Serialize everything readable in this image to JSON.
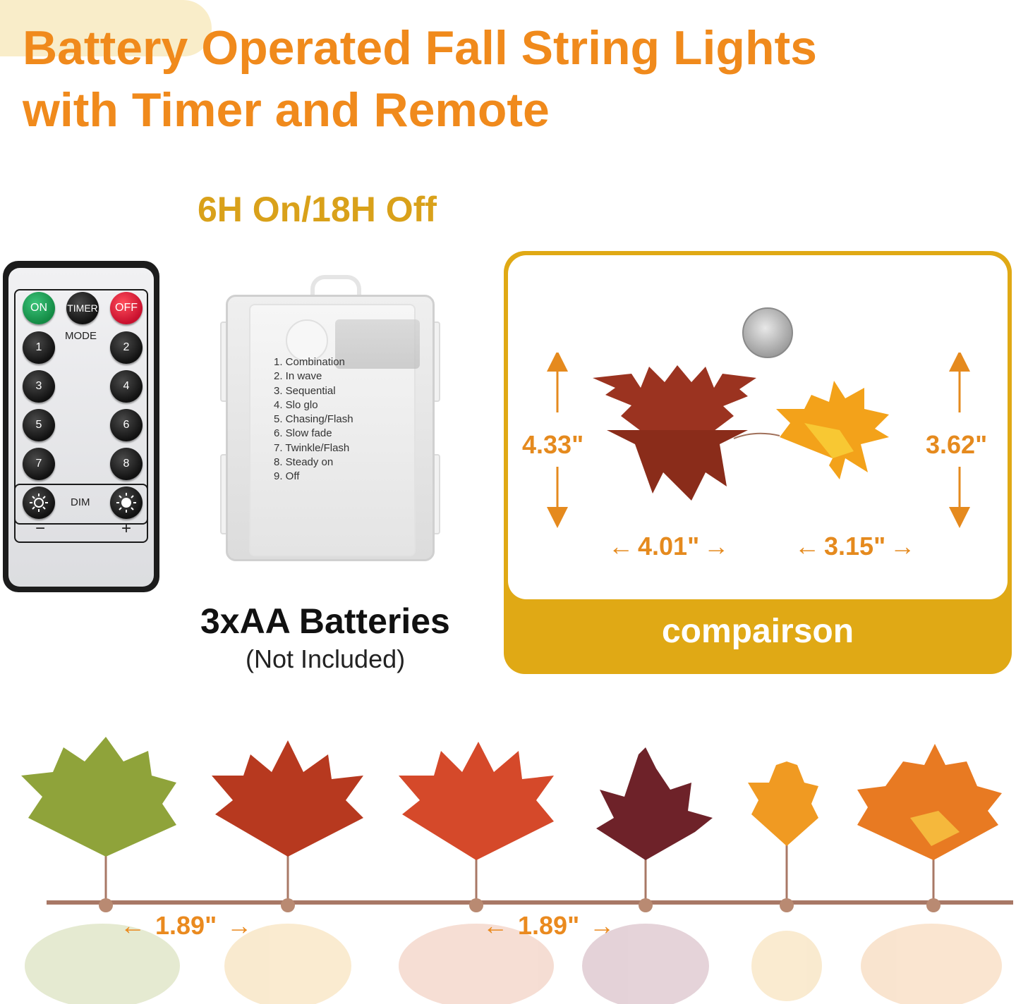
{
  "header": {
    "title_line1": "Battery Operated Fall String Lights",
    "title_line2": "with Timer and Remote"
  },
  "timer": {
    "label": "6H On/18H Off"
  },
  "remote": {
    "on_label": "ON",
    "timer_label": "TIMER",
    "off_label": "OFF",
    "mode_label": "MODE",
    "number_buttons": [
      "1",
      "2",
      "3",
      "4",
      "5",
      "6",
      "7",
      "8"
    ],
    "dim_label": "DIM",
    "minus_label": "−",
    "plus_label": "+"
  },
  "battery_box": {
    "modes": [
      "1. Combination",
      "2. In wave",
      "3. Sequential",
      "4. Slo glo",
      "5. Chasing/Flash",
      "6. Slow fade",
      "7. Twinkle/Flash",
      "8. Steady on",
      "9. Off"
    ],
    "caption": "3xAA Batteries",
    "note": "(Not Included)"
  },
  "comparison": {
    "label": "compairson",
    "large_leaf_height": "4.33\"",
    "small_leaf_height": "3.62\"",
    "large_leaf_width": "4.01\"",
    "small_leaf_width": "3.15\""
  },
  "string": {
    "spacing_1": "1.89\"",
    "spacing_2": "1.89\""
  },
  "colors": {
    "title_orange": "#f08a1c",
    "timer_gold": "#d9a11a",
    "comparison_gold": "#e0a915",
    "dimension_orange": "#e58a1e",
    "wire_brown": "#a0705a"
  }
}
